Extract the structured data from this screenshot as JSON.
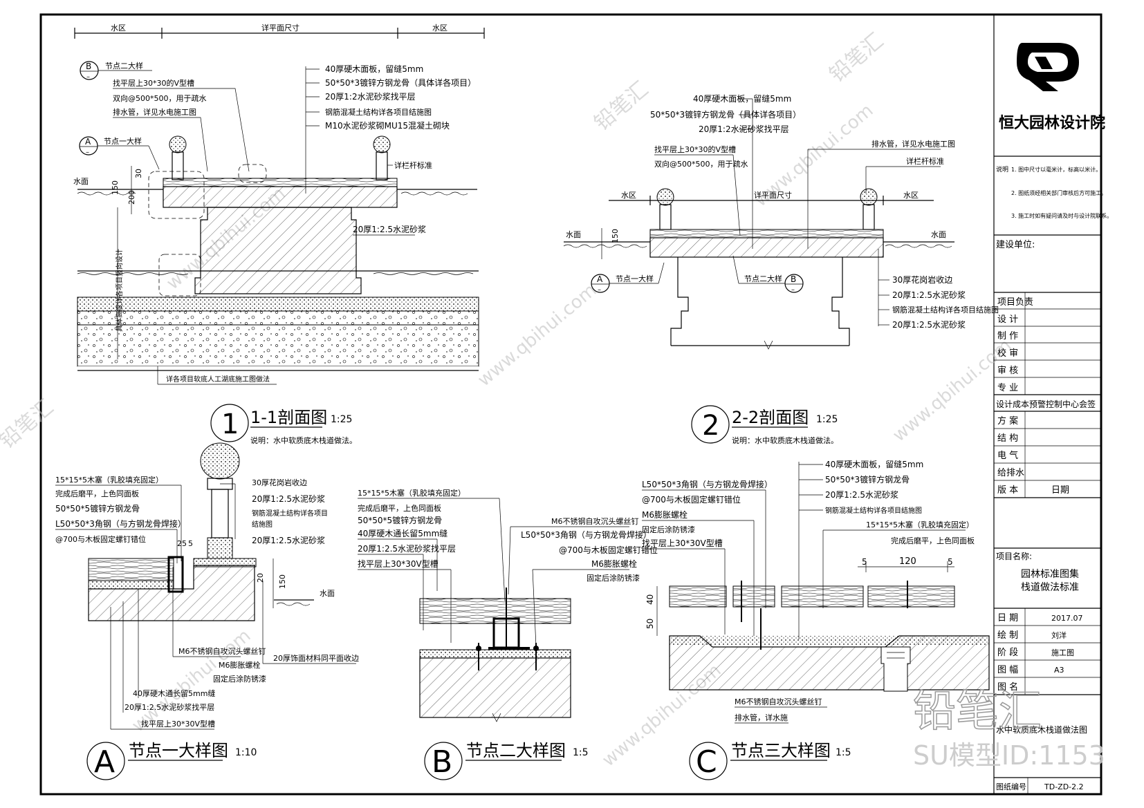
{
  "title_block": {
    "company": "恒大园林设计院",
    "notes_label": "说明",
    "notes": [
      "1. 图中尺寸以毫米计，标高以米计。",
      "2. 图纸须经相关部门审核后方可施工。",
      "3. 施工时如有疑问请及时与设计院联系。"
    ],
    "client_label": "建设单位:",
    "roles": [
      "项目负责",
      "设 计",
      "制 作",
      "校 审",
      "审 核",
      "专 业"
    ],
    "design_label": "设计成本预警控制中心会签",
    "sign_rows": [
      "方 案",
      "结 构",
      "电 气",
      "给排水"
    ],
    "version_label": "版 本",
    "date_col_label": "日期",
    "project_label": "项目名称:",
    "project_name_1": "园林标准图集",
    "project_name_2": "栈道做法标准",
    "info_rows": [
      {
        "label": "日 期",
        "value": "2017.07"
      },
      {
        "label": "绘 制",
        "value": "刘洋"
      },
      {
        "label": "阶 段",
        "value": "施工图"
      },
      {
        "label": "图 幅",
        "value": "A3"
      },
      {
        "label": "图 名",
        "value": ""
      }
    ],
    "drawing_name": "水中软质底木栈道做法图",
    "drawing_no_label": "图纸编号",
    "drawing_no": "TD-ZD-2.2"
  },
  "section1": {
    "dim_left": "水区",
    "dim_mid": "详平面尺寸",
    "dim_right": "水区",
    "callouts": [
      "40厚硬木面板，留缝5mm",
      "50*50*3镀锌方钢龙骨（具体详各项目）",
      "20厚1:2水泥砂浆找平层",
      "钢筋混凝土结构详各项目结施图",
      "M10水泥砂浆砌MU15混凝土砌块"
    ],
    "b_node": "节点二大样",
    "b_desc": [
      "找平层上30*30的V型槽",
      "双向@500*500，用于疏水",
      "排水管，详见水电施工图"
    ],
    "a_node": "节点一大样",
    "rail": "详栏杆标准",
    "water": "水面",
    "dim_30": "30",
    "dim_150": "150",
    "dim_200": "200",
    "mortar": "20厚1:2.5水泥砂浆",
    "vertical_note": "具体高度详各项目竖向设计",
    "bottom_note": "详各项目软底人工湖底施工图做法",
    "label": "1-1剖面图",
    "scale": "1:25",
    "num": "1",
    "explain": "说明：水中软质底木栈道做法。"
  },
  "section2": {
    "callouts": [
      "40厚硬木面板，留缝5mm",
      "50*50*3镀锌方钢龙骨（具体详各项目）",
      "20厚1:2水泥砂浆找平层"
    ],
    "vgroove": [
      "找平层上30*30的V型槽",
      "双向@500*500，用于疏水"
    ],
    "drain": "排水管，详见水电施工图",
    "rail": "详栏杆标准",
    "dim_left": "水区",
    "dim_mid": "详平面尺寸",
    "dim_right": "水区",
    "water_l": "水面",
    "water_r": "水面",
    "dim_150": "150",
    "a_node": "节点一大样",
    "b_node": "节点二大样",
    "right_callouts": [
      "30厚花岗岩收边",
      "20厚1:2.5水泥砂浆",
      "钢筋混凝土结构详各项目结施图",
      "20厚1:2.5水泥砂浆"
    ],
    "label": "2-2剖面图",
    "scale": "1:25",
    "num": "2",
    "explain": "说明：水中软质底木栈道做法。"
  },
  "detailA": {
    "left": [
      "15*15*5木塞（乳胶填充固定）",
      "完成后磨平，上色同面板",
      "50*50*5镀锌方钢龙骨",
      "L50*50*3角钢（与方钢龙骨焊接）",
      "@700与木板固定螺钉错位"
    ],
    "right": [
      "30厚花岗岩收边",
      "20厚1:2.5水泥砂浆",
      "钢筋混凝土结构详各项目",
      "结施图",
      "20厚1:2.5水泥砂浆"
    ],
    "dim_25": "25",
    "dim_5": "5",
    "dim_20": "20",
    "dim_150": "150",
    "water": "水面",
    "finish": "20厚饰面材料同平面收边",
    "bottom": [
      "M6不锈钢自攻沉头螺丝钉",
      "M6膨胀螺栓",
      "固定后涂防锈漆",
      "40厚硬木通长留5mm缝",
      "20厚1:2.5水泥砂浆找平层",
      "找平层上30*30V型槽"
    ],
    "label": "节点一大样图",
    "scale": "1:10",
    "letter": "A"
  },
  "detailB": {
    "left": [
      "15*15*5木塞（乳胶填充固定）",
      "完成后磨平，上色同面板",
      "50*50*5镀锌方钢龙骨",
      "40厚硬木通长留5mm缝",
      "20厚1:2.5水泥砂浆找平层",
      "找平层上30*30V型槽"
    ],
    "right": [
      "M6不锈钢自攻沉头螺丝钉",
      "L50*50*3角钢（与方钢龙骨焊接）",
      "@700与木板固定螺钉错位",
      "M6膨胀螺栓",
      "固定后涂防锈漆"
    ],
    "label": "节点二大样图",
    "scale": "1:5",
    "letter": "B"
  },
  "detailC": {
    "left": [
      "L50*50*3角钢（与方钢龙骨焊接）",
      "@700与木板固定螺钉错位",
      "M6膨胀螺栓",
      "固定后涂防锈漆",
      "找平层上30*30V型槽"
    ],
    "right": [
      "40厚硬木面板，留缝5mm",
      "50*50*3镀锌方钢龙骨",
      "20厚1:2.5水泥砂浆",
      "钢筋混凝土结构详各项目结施图",
      "15*15*5木塞（乳胶填充固定）",
      "完成后磨平，上色同面板"
    ],
    "dim_5a": "5",
    "dim_120": "120",
    "dim_5b": "5",
    "dim_40": "40",
    "dim_50": "50",
    "bottom": [
      "M6不锈钢自攻沉头螺丝钉",
      "排水管，详水施"
    ],
    "label": "节点三大样图",
    "scale": "1:5",
    "letter": "C"
  },
  "watermark": {
    "brand": "铅笔汇",
    "url": "www.qbihui.com",
    "model_id": "SU模型ID:1153"
  }
}
